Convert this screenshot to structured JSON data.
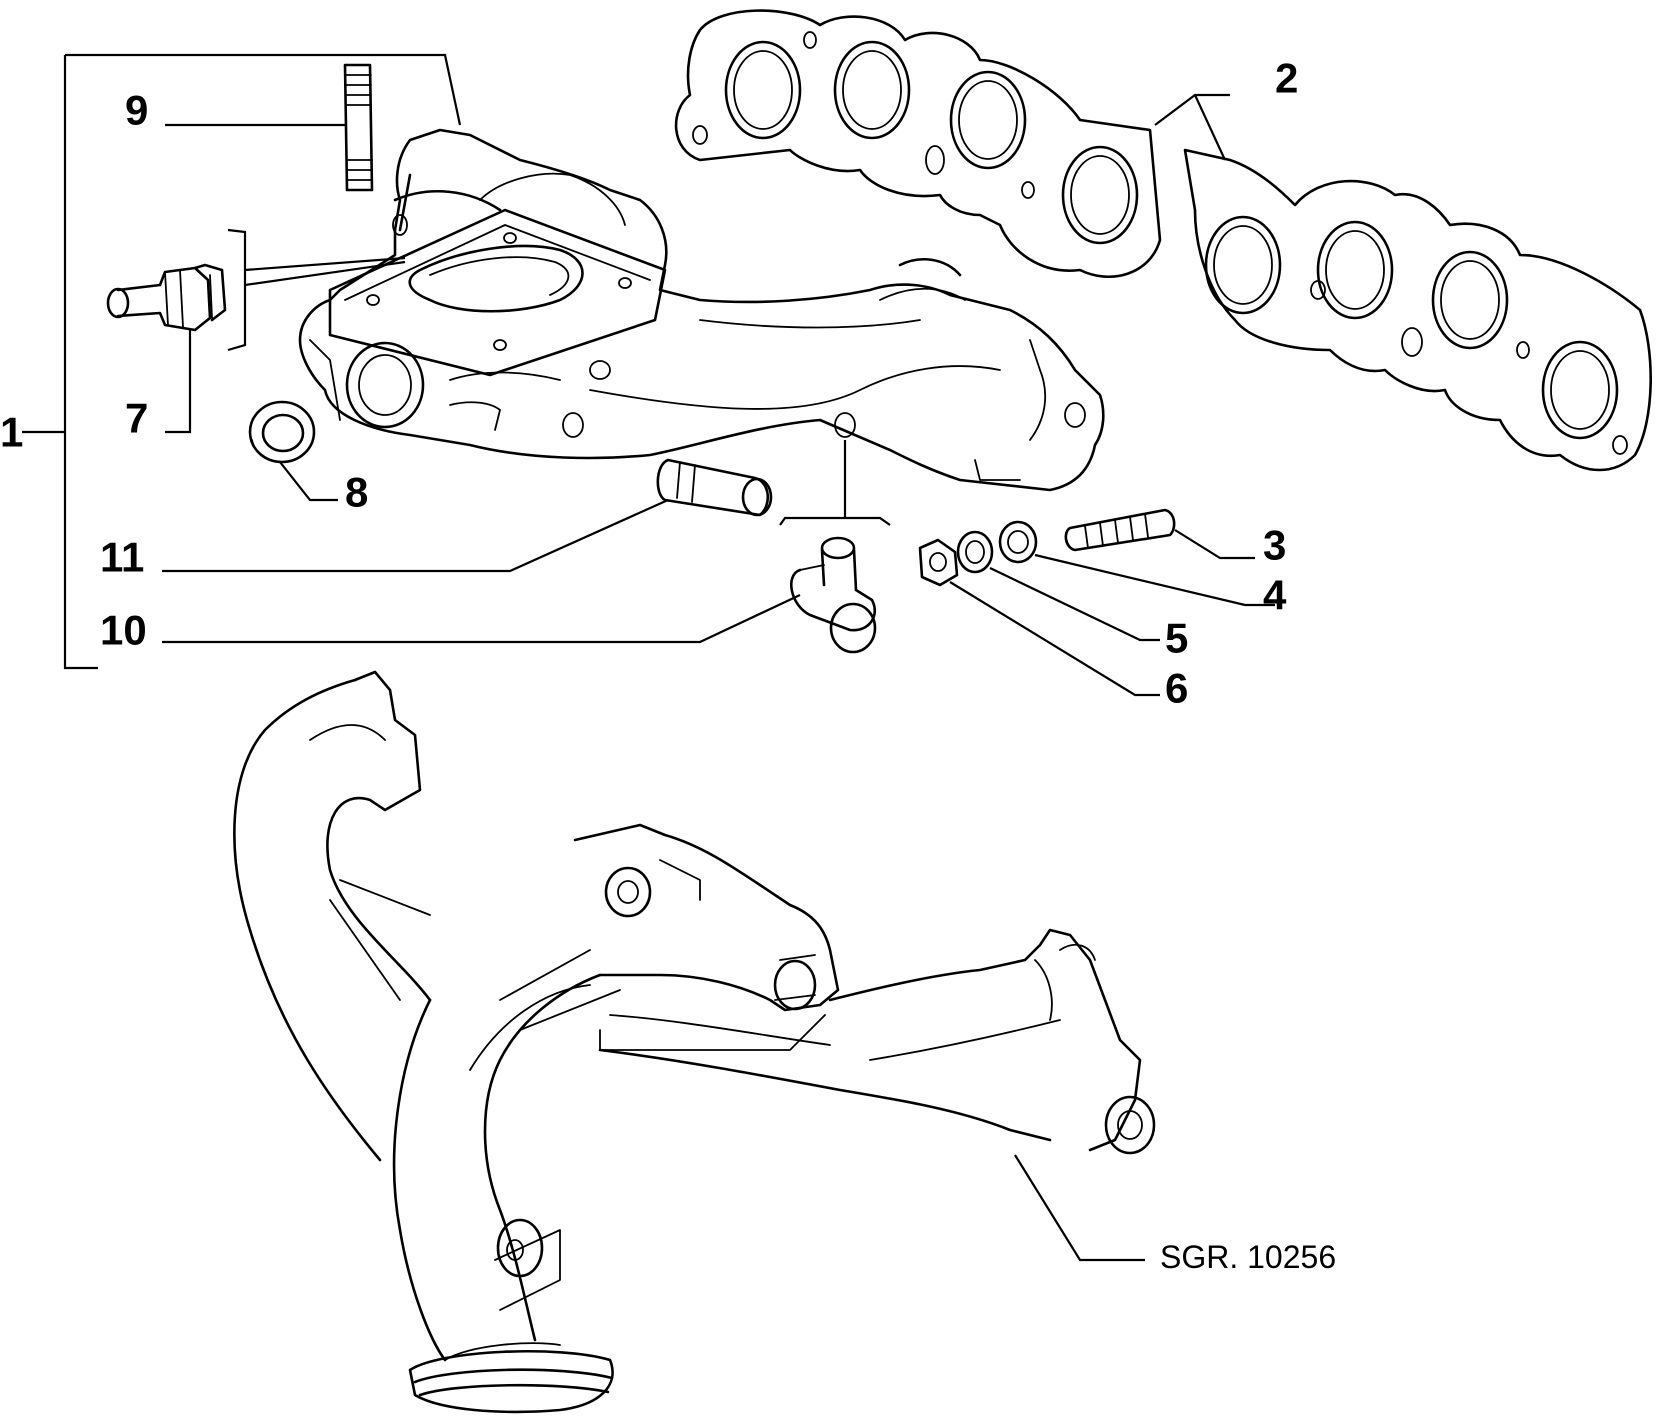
{
  "callouts": {
    "c1": "1",
    "c2": "2",
    "c3": "3",
    "c4": "4",
    "c5": "5",
    "c6": "6",
    "c7": "7",
    "c8": "8",
    "c9": "9",
    "c10": "10",
    "c11": "11"
  },
  "drawing_ref": "SGR. 10256"
}
